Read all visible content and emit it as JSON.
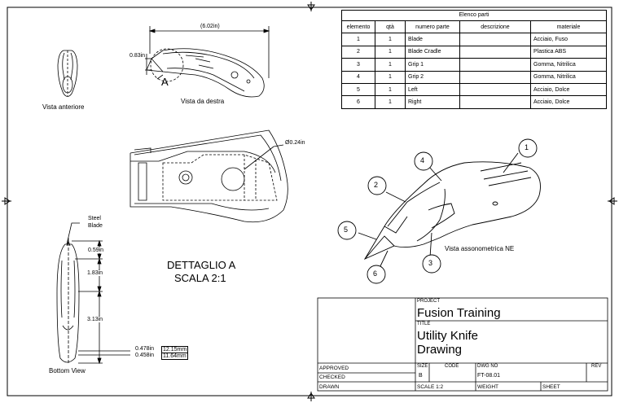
{
  "parts_list": {
    "title": "Elenco parti",
    "columns": [
      "elemento",
      "qtà",
      "numero parte",
      "descrizione",
      "materiale"
    ],
    "rows": [
      [
        "1",
        "1",
        "Blade",
        "",
        "Acciaio, Fuso"
      ],
      [
        "2",
        "1",
        "Blade Cradle",
        "",
        "Plastica ABS"
      ],
      [
        "3",
        "1",
        "Grip 1",
        "",
        "Gomma, Nitrilica"
      ],
      [
        "4",
        "1",
        "Grip 2",
        "",
        "Gomma, Nitrilica"
      ],
      [
        "5",
        "1",
        "Left",
        "",
        "Acciaio, Dolce"
      ],
      [
        "6",
        "1",
        "Right",
        "",
        "Acciaio, Dolce"
      ]
    ]
  },
  "views": {
    "front": "Vista anteriore",
    "right": "Vista da destra",
    "bottom": "Bottom View",
    "iso": "Vista assonometrica NE",
    "detail_line1": "DETTAGLIO A",
    "detail_line2": "SCALA 2:1",
    "detail_marker": "A"
  },
  "dimensions": {
    "overall_width": "(6.02in)",
    "nose": "0.83in",
    "hole": "Ø0.24in",
    "blade_ext": "0.59in",
    "seg1": "1.83in",
    "seg2": "3.13in",
    "w1": "0.478in",
    "w2": "0.458in",
    "w1_mm": "12.15mm",
    "w2_mm": "11.64mm",
    "leader_note_line1": "Steel",
    "leader_note_line2": "Blade"
  },
  "balloons": [
    "1",
    "2",
    "3",
    "4",
    "5",
    "6"
  ],
  "title_block": {
    "project_label": "PROJECT",
    "project": "Fusion Training",
    "title_label": "TITLE",
    "title_line1": "Utility Knife",
    "title_line2": "Drawing",
    "approved": "APPROVED",
    "checked": "CHECKED",
    "drawn": "DRAWN",
    "size_label": "SIZE",
    "size": "B",
    "code_label": "CODE",
    "dwg_label": "DWG NO",
    "dwg_no": "FT-08.01",
    "rev_label": "REV",
    "scale": "SCALE  1:2",
    "weight": "WEIGHT",
    "sheet": "SHEET"
  }
}
